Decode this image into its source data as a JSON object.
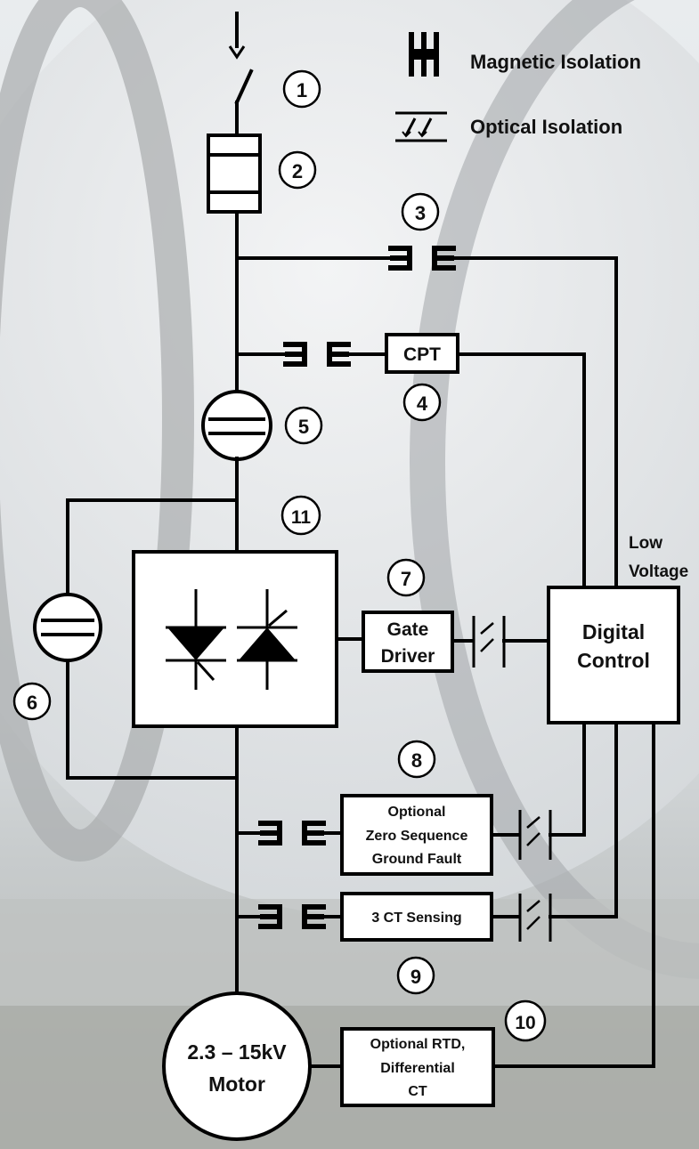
{
  "legend": {
    "magnetic": "Magnetic Isolation",
    "optical": "Optical Isolation"
  },
  "markers": [
    "1",
    "2",
    "3",
    "4",
    "5",
    "6",
    "7",
    "8",
    "9",
    "10",
    "11"
  ],
  "blocks": {
    "cpt": "CPT",
    "gate_driver": [
      "Gate",
      "Driver"
    ],
    "digital_control": [
      "Digital",
      "Control"
    ],
    "ground_fault": [
      "Optional",
      "Zero Sequence",
      "Ground Fault"
    ],
    "ct_sensing": "3 CT Sensing",
    "rtd": [
      "Optional RTD,",
      "Differential",
      "CT"
    ],
    "motor": [
      "2.3 – 15kV",
      "Motor"
    ]
  },
  "labels": {
    "low_voltage": [
      "Low",
      "Voltage"
    ]
  }
}
